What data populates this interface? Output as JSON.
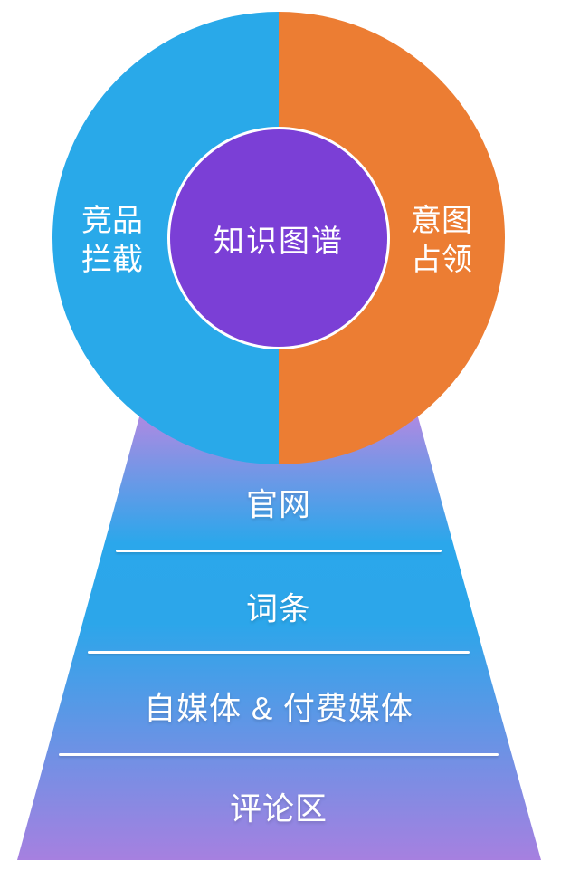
{
  "donut": {
    "center": {
      "label": "知识图谱",
      "color": "#7B3FD6",
      "ring_color": "#FFFFFF"
    },
    "segments": [
      {
        "side": "left",
        "label": "竞品拦截",
        "lines": [
          "竞品",
          "拦截"
        ],
        "color": "#29A9E9"
      },
      {
        "side": "right",
        "label": "意图占领",
        "lines": [
          "意图",
          "占领"
        ],
        "color": "#EC7D33"
      }
    ]
  },
  "funnel": {
    "levels": [
      {
        "label": "官网"
      },
      {
        "label": "词条"
      },
      {
        "label": "自媒体 & 付费媒体"
      },
      {
        "label": "评论区"
      }
    ],
    "divider_color": "#FFFFFF",
    "text_color": "#FFFFFF",
    "gradient": {
      "top": "#AF89E2",
      "middle": "#2BA7EB",
      "bottom": "#A680E0"
    }
  }
}
